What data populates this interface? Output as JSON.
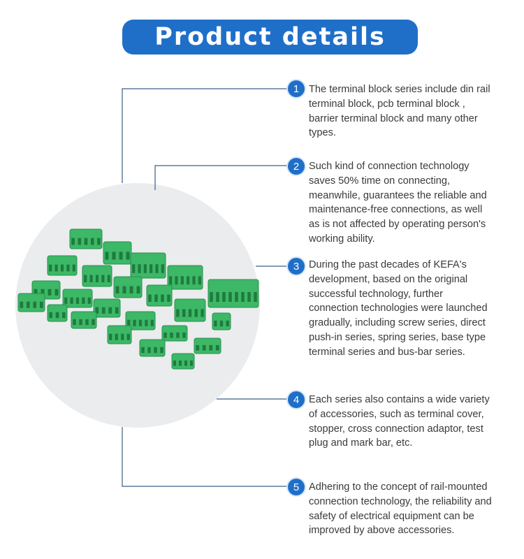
{
  "header": {
    "title": "Product details"
  },
  "accent_color": "#1f6fc9",
  "product_color": "#3cb866",
  "features": [
    {
      "number": "1",
      "text": "The terminal block series include din rail terminal block, pcb terminal block , barrier terminal block and many other types."
    },
    {
      "number": "2",
      "text": "Such kind of connection technology saves 50% time on connecting, meanwhile, guarantees the reliable and maintenance-free connections, as well as is not affected by operating person's working ability."
    },
    {
      "number": "3",
      "text": "During the past decades of KEFA's development, based on the original successful technology, further connection technologies were launched gradually, including screw series, direct push-in series, spring series, base type terminal series and bus-bar series."
    },
    {
      "number": "4",
      "text": "Each series also contains a wide variety of accessories, such as terminal cover, stopper, cross connection adaptor, test plug and mark bar, etc."
    },
    {
      "number": "5",
      "text": "Adhering to the concept of rail-mounted connection technology, the reliability and safety of electrical equipment can be improved by above accessories."
    }
  ],
  "image": {
    "icon": "terminal-block-product-photo"
  }
}
